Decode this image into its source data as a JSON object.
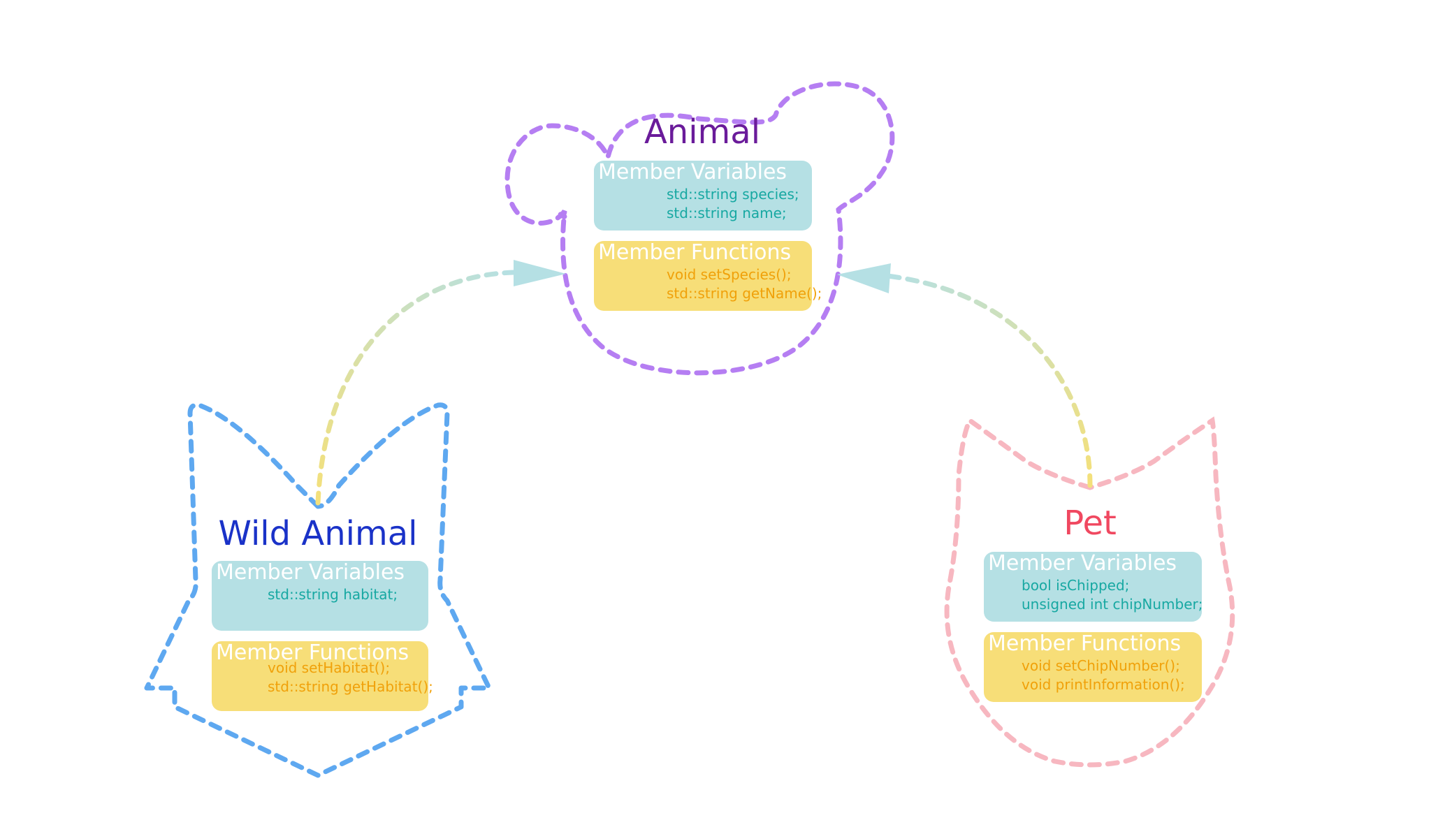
{
  "colors": {
    "animal_outline": "#b57ef2",
    "wild_outline": "#5ea8f0",
    "pet_outline": "#f7b7c0",
    "animal_title": "#6a1b9a",
    "wild_title": "#1a32c8",
    "pet_title": "#f04860",
    "variables_box": "#b5e0e4",
    "functions_box": "#f7de78",
    "variables_text": "#17a8a2",
    "functions_text": "#f0a10a",
    "arrowhead": "#b5e0e4"
  },
  "classes": {
    "animal": {
      "title": "Animal",
      "variables_header": "Member Variables",
      "variables": [
        "std::string species;",
        "std::string name;"
      ],
      "functions_header": "Member Functions",
      "functions": [
        "void setSpecies();",
        "std::string getName();"
      ]
    },
    "wild": {
      "title": "Wild Animal",
      "variables_header": "Member Variables",
      "variables": [
        "std::string habitat;"
      ],
      "functions_header": "Member Functions",
      "functions": [
        "void setHabitat();",
        "std::string getHabitat();"
      ]
    },
    "pet": {
      "title": "Pet",
      "variables_header": "Member Variables",
      "variables": [
        "bool isChipped;",
        "unsigned int chipNumber;"
      ],
      "functions_header": "Member Functions",
      "functions": [
        "void setChipNumber();",
        "void  printInformation();"
      ]
    }
  }
}
